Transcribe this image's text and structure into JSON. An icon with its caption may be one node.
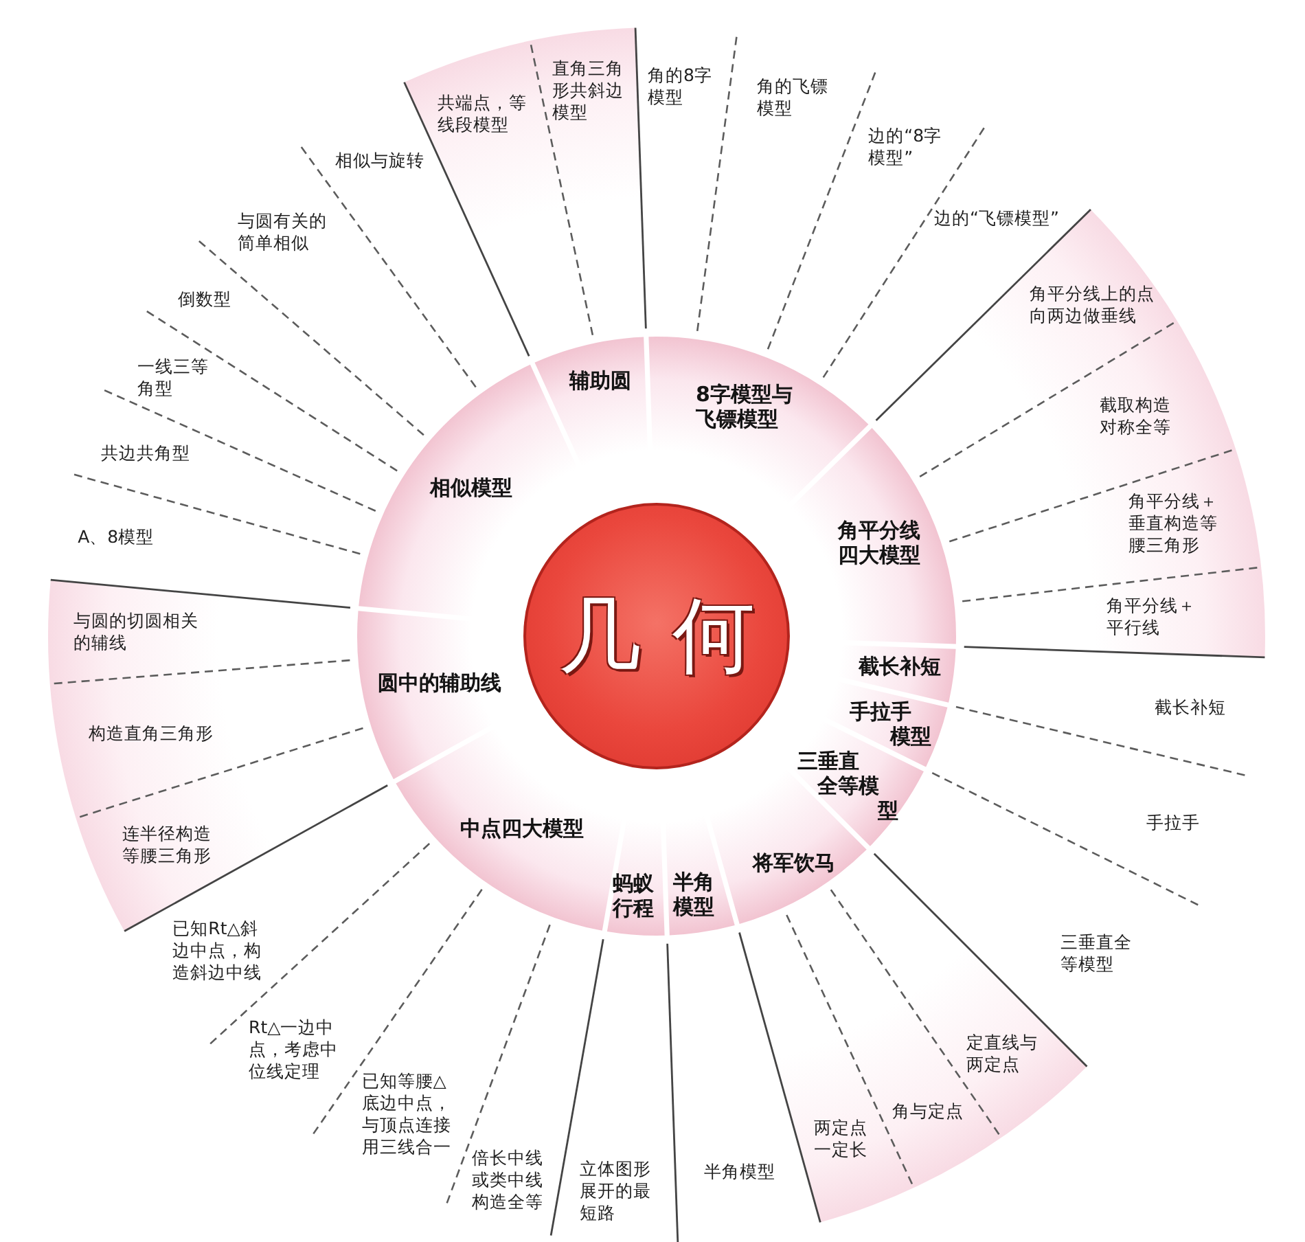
{
  "diagram": {
    "nodes": [
      {
        "text": [
          "几何"
        ]
      },
      {
        "text": [
          "辅助圆"
        ]
      },
      {
        "text": [
          "共端点，等线段模型"
        ]
      },
      {
        "text": [
          "直角三角形共斜边模型"
        ]
      },
      {
        "text": [
          "8字模型与飞镖模型"
        ]
      },
      {
        "text": [
          "角的8字模型"
        ]
      },
      {
        "text": [
          "角的飞镖模型"
        ]
      },
      {
        "text": [
          "边的“8字模型”"
        ]
      },
      {
        "text": [
          "边的“飞镖模型”"
        ]
      },
      {
        "text": [
          "角平分线四大模型"
        ]
      },
      {
        "text": [
          "角平分线上的点向两边做垂线"
        ]
      },
      {
        "text": [
          "截取构造对称全等"
        ]
      },
      {
        "text": [
          "角平分线＋垂直构造等腰三角形"
        ]
      },
      {
        "text": [
          "角平分线＋平行线"
        ]
      },
      {
        "text": [
          "截长补短"
        ]
      },
      {
        "text": [
          "截长补短"
        ]
      },
      {
        "text": [
          "手拉手模型"
        ]
      },
      {
        "text": [
          "手拉手"
        ]
      },
      {
        "text": [
          "三垂直全等模型"
        ]
      },
      {
        "text": [
          "三垂直全等模型"
        ]
      },
      {
        "text": [
          "将军饮马"
        ]
      },
      {
        "text": [
          "定直线与两定点"
        ]
      },
      {
        "text": [
          "角与定点"
        ]
      },
      {
        "text": [
          "两定点一定长"
        ]
      },
      {
        "text": [
          "半角模型"
        ]
      },
      {
        "text": [
          "半角模型"
        ]
      },
      {
        "text": [
          "蚂蚁行程"
        ]
      },
      {
        "text": [
          "立体图形展开的最短路"
        ]
      },
      {
        "text": [
          "中点四大模型"
        ]
      },
      {
        "text": [
          "倍长中线或类中线构造全等"
        ]
      },
      {
        "text": [
          "已知等腰△底边中点，与顶点连接用三线合一"
        ]
      },
      {
        "text": [
          "Rt△一边中点，考虑中位线定理"
        ]
      },
      {
        "text": [
          "已知Rt△斜边中点，构造斜边中线"
        ]
      },
      {
        "text": [
          "圆中的辅助线"
        ]
      },
      {
        "text": [
          "连半径构造等腰三角形"
        ]
      },
      {
        "text": [
          "构造直角三角形"
        ]
      },
      {
        "text": [
          "与圆的切圆相关的辅线"
        ]
      },
      {
        "text": [
          "相似模型"
        ]
      },
      {
        "text": [
          "A、8模型"
        ]
      },
      {
        "text": [
          "共边共角型"
        ]
      },
      {
        "text": [
          "一线三等角型"
        ]
      },
      {
        "text": [
          "倒数型"
        ]
      },
      {
        "text": [
          "与圆有关的简单相似"
        ]
      },
      {
        "text": [
          "相似与旋转"
        ]
      }
    ]
  }
}
